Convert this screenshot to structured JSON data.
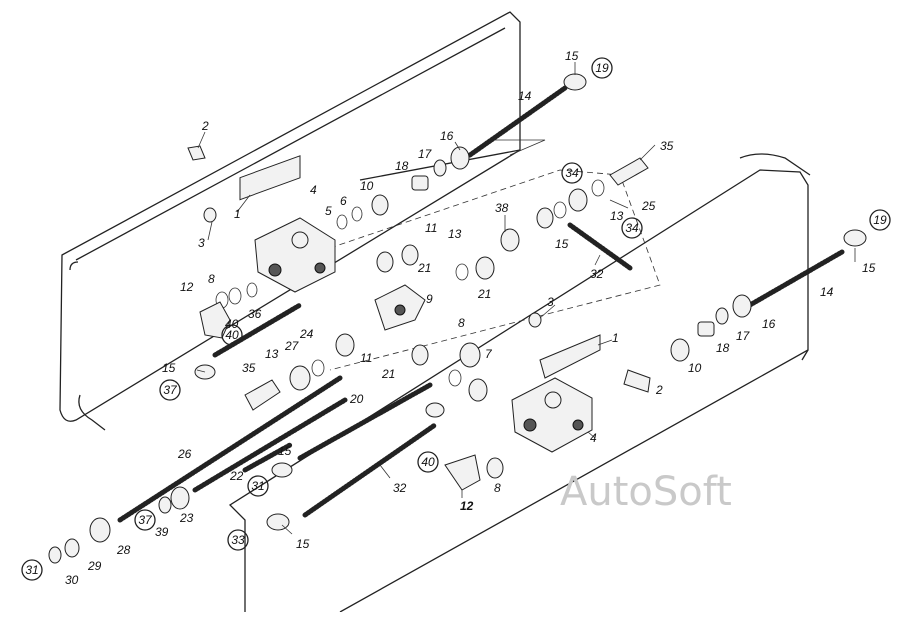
{
  "watermark": "AutoSoft",
  "callouts": [
    {
      "id": "c1",
      "text": "1"
    },
    {
      "id": "c1b",
      "text": "1"
    },
    {
      "id": "c2",
      "text": "2"
    },
    {
      "id": "c2b",
      "text": "2"
    },
    {
      "id": "c3",
      "text": "3"
    },
    {
      "id": "c3b",
      "text": "3"
    },
    {
      "id": "c4",
      "text": "4"
    },
    {
      "id": "c4b",
      "text": "4"
    },
    {
      "id": "c5",
      "text": "5"
    },
    {
      "id": "c6",
      "text": "6"
    },
    {
      "id": "c7",
      "text": "7"
    },
    {
      "id": "c8",
      "text": "8"
    },
    {
      "id": "c8b",
      "text": "8"
    },
    {
      "id": "c8c",
      "text": "8"
    },
    {
      "id": "c9",
      "text": "9"
    },
    {
      "id": "c10",
      "text": "10"
    },
    {
      "id": "c10b",
      "text": "10"
    },
    {
      "id": "c11",
      "text": "11"
    },
    {
      "id": "c11b",
      "text": "11"
    },
    {
      "id": "c12",
      "text": "12"
    },
    {
      "id": "c12b",
      "text": "12"
    },
    {
      "id": "c13",
      "text": "13"
    },
    {
      "id": "c13b",
      "text": "13"
    },
    {
      "id": "c13c",
      "text": "13"
    },
    {
      "id": "c14",
      "text": "14"
    },
    {
      "id": "c14b",
      "text": "14"
    },
    {
      "id": "c15",
      "text": "15"
    },
    {
      "id": "c15b",
      "text": "15"
    },
    {
      "id": "c15c",
      "text": "15"
    },
    {
      "id": "c15d",
      "text": "15"
    },
    {
      "id": "c15e",
      "text": "15"
    },
    {
      "id": "c15f",
      "text": "15"
    },
    {
      "id": "c16",
      "text": "16"
    },
    {
      "id": "c16b",
      "text": "16"
    },
    {
      "id": "c17",
      "text": "17"
    },
    {
      "id": "c17b",
      "text": "17"
    },
    {
      "id": "c18",
      "text": "18"
    },
    {
      "id": "c18b",
      "text": "18"
    },
    {
      "id": "c20",
      "text": "20"
    },
    {
      "id": "c21",
      "text": "21"
    },
    {
      "id": "c21b",
      "text": "21"
    },
    {
      "id": "c21c",
      "text": "21"
    },
    {
      "id": "c22",
      "text": "22"
    },
    {
      "id": "c23",
      "text": "23"
    },
    {
      "id": "c24",
      "text": "24"
    },
    {
      "id": "c25",
      "text": "25"
    },
    {
      "id": "c26",
      "text": "26"
    },
    {
      "id": "c27",
      "text": "27"
    },
    {
      "id": "c28",
      "text": "28"
    },
    {
      "id": "c29",
      "text": "29"
    },
    {
      "id": "c30",
      "text": "30"
    },
    {
      "id": "c32",
      "text": "32"
    },
    {
      "id": "c32b",
      "text": "32"
    },
    {
      "id": "c35",
      "text": "35"
    },
    {
      "id": "c35b",
      "text": "35"
    },
    {
      "id": "c36",
      "text": "36"
    },
    {
      "id": "c38",
      "text": "38"
    },
    {
      "id": "c39",
      "text": "39"
    },
    {
      "id": "c40",
      "text": "40"
    }
  ],
  "circled": [
    {
      "id": "o19a",
      "text": "19"
    },
    {
      "id": "o19b",
      "text": "19"
    },
    {
      "id": "o34a",
      "text": "34"
    },
    {
      "id": "o34b",
      "text": "34"
    },
    {
      "id": "o37a",
      "text": "37"
    },
    {
      "id": "o37b",
      "text": "37"
    },
    {
      "id": "o31a",
      "text": "31"
    },
    {
      "id": "o31b",
      "text": "31"
    },
    {
      "id": "o33",
      "text": "33"
    },
    {
      "id": "o40a",
      "text": "40"
    },
    {
      "id": "o40b",
      "text": "40"
    }
  ]
}
